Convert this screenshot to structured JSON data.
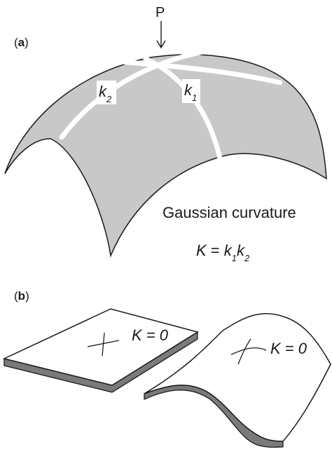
{
  "panel_a": {
    "label_open": "(",
    "label_letter": "a",
    "label_close": ")",
    "point_label": "P",
    "k1": {
      "base": "k",
      "sub": "1"
    },
    "k2": {
      "base": "k",
      "sub": "2"
    },
    "caption": "Gaussian curvature",
    "formula": {
      "lhs": "K",
      "eq": " = ",
      "k": "k",
      "sub1": "1",
      "k2": "k",
      "sub2": "2"
    }
  },
  "panel_b": {
    "label_open": "(",
    "label_letter": "b",
    "label_close": ")",
    "flat_plate_formula": "K = 0",
    "curved_sheet_formula": "K = 0"
  },
  "colors": {
    "surface_fill": "#c8c8c8",
    "outline": "#1a1a1a",
    "curve_white": "#ffffff",
    "plate_edge": "#7a7a7a"
  }
}
